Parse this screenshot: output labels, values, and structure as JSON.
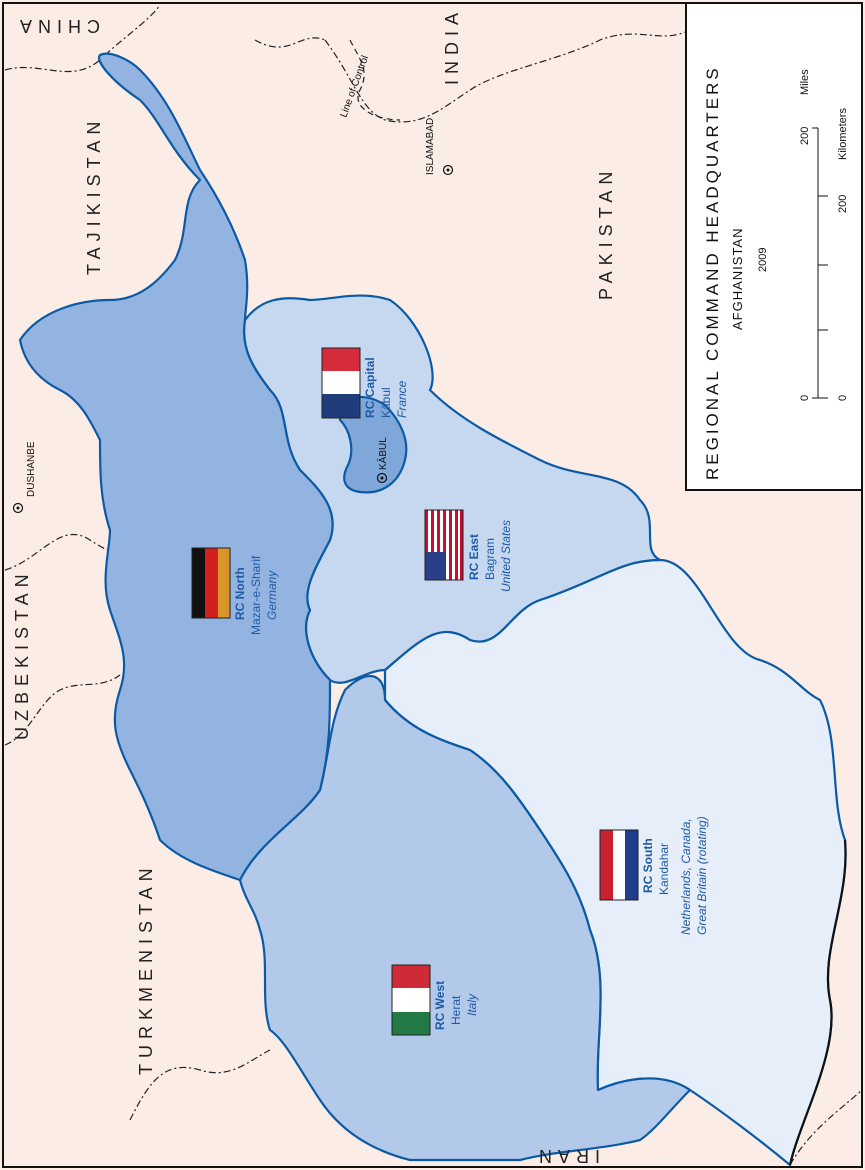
{
  "title": {
    "main": "REGIONAL COMMAND HEADQUARTERS",
    "country": "AFGHANISTAN",
    "year": "2009"
  },
  "scale": {
    "miles_label": "Miles",
    "km_label": "Kilometers",
    "zero": "0",
    "max": "200"
  },
  "neighbors": {
    "china": "CHINA",
    "india": "INDIA",
    "pakistan": "PAKISTAN",
    "tajikistan": "TAJIKISTAN",
    "uzbekistan": "UZBEKISTAN",
    "turkmenistan": "TURKMENISTAN",
    "iran": "IRAN"
  },
  "line_of_control": "Line of Control",
  "cities": {
    "islamabad": "ISLAMABAD",
    "dushanbe": "DUSHANBE",
    "kabul": "KĀBUL"
  },
  "regions": [
    {
      "name": "RC Capital",
      "city": "Kābul",
      "nation": "France",
      "color": "#7fa7d9"
    },
    {
      "name": "RC East",
      "city": "Bagram",
      "nation": "United States",
      "color": "#c5d8f0"
    },
    {
      "name": "RC North",
      "city": "Mazar-e-Sharif",
      "nation": "Germany",
      "color": "#93b4e0"
    },
    {
      "name": "RC South",
      "city": "Kandahar",
      "nation_line1": "Netherlands, Canada,",
      "nation_line2": "Great Britain (rotating)",
      "color": "#e6eef9"
    },
    {
      "name": "RC West",
      "city": "Herat",
      "nation": "Italy",
      "color": "#b2c9ea"
    }
  ],
  "colors": {
    "background": "#fbece6",
    "border": "#0b5aa6",
    "label_blue": "#1f5aa6"
  }
}
